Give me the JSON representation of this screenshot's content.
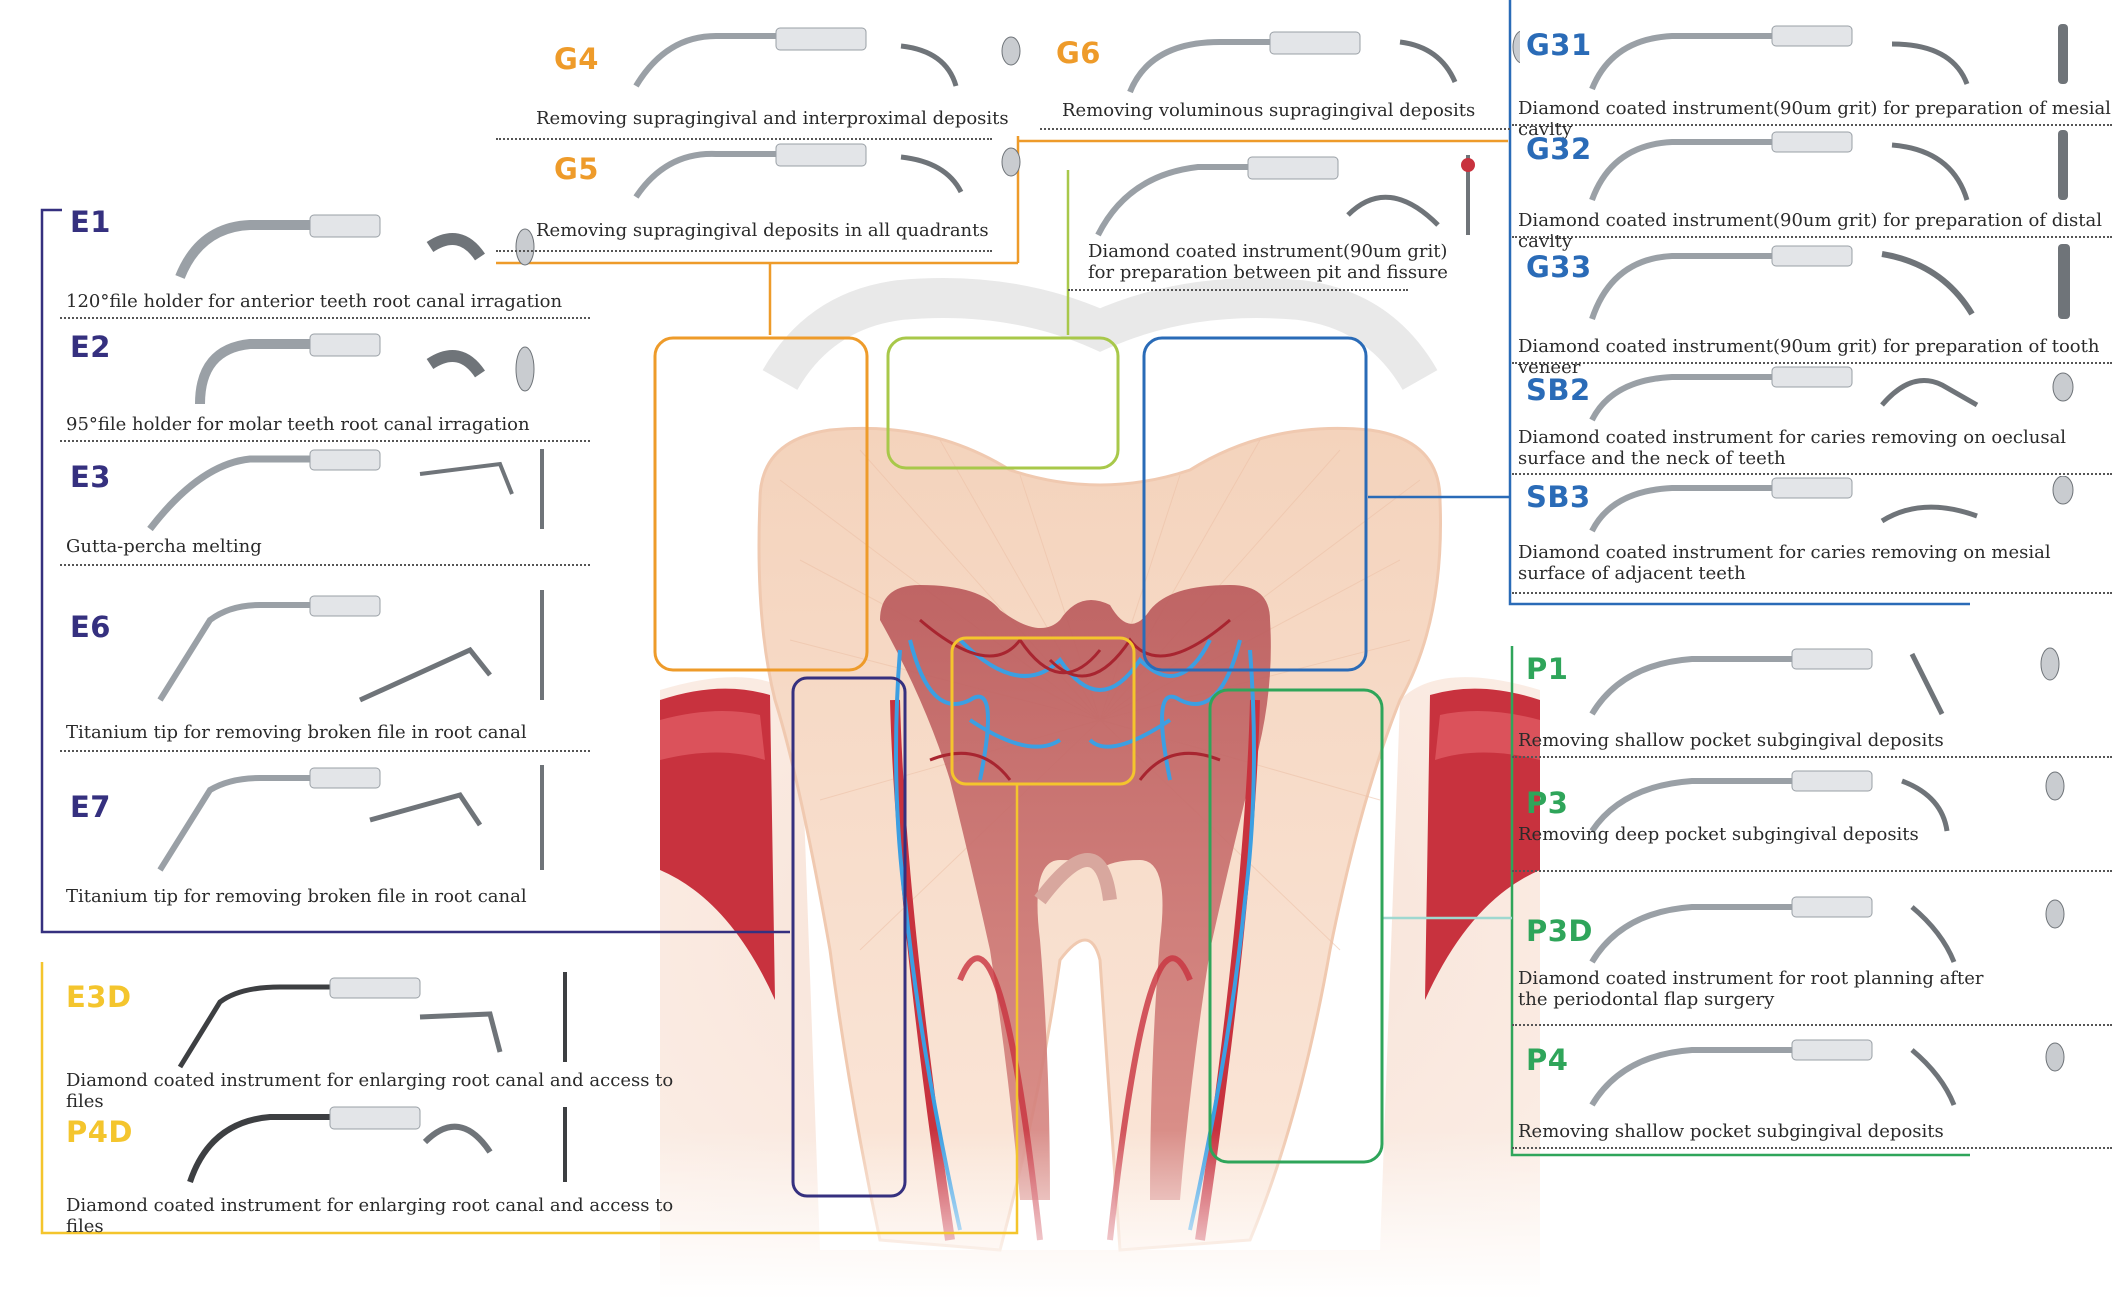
{
  "groups": {
    "endo": {
      "color": "#35307f",
      "items": [
        {
          "code": "E1",
          "desc": "120°file holder for anterior teeth root canal irragation"
        },
        {
          "code": "E2",
          "desc": "95°file holder for molar teeth root canal irragation"
        },
        {
          "code": "E3",
          "desc": "Gutta-percha melting"
        },
        {
          "code": "E6",
          "desc": "Titanium tip for removing broken file in root canal"
        },
        {
          "code": "E7",
          "desc": "Titanium tip for removing broken file in root canal"
        }
      ]
    },
    "diamond_canal": {
      "color": "#f4c52d",
      "items": [
        {
          "code": "E3D",
          "desc": "Diamond coated instrument for enlarging root canal and access to files"
        },
        {
          "code": "P4D",
          "desc": "Diamond coated instrument for enlarging root canal and access to files"
        }
      ]
    },
    "scaling": {
      "color": "#ee9b2a",
      "items": [
        {
          "code": "G4",
          "desc": "Removing supragingival and interproximal deposits"
        },
        {
          "code": "G5",
          "desc": "Removing supragingival deposits in all quadrants"
        },
        {
          "code": "G6",
          "desc": "Removing voluminous supragingival deposits"
        }
      ]
    },
    "pit_fissure": {
      "color": "#a8c84a",
      "items": [
        {
          "code": "",
          "desc": "Diamond coated instrument(90um grit) for preparation between pit and fissure"
        }
      ]
    },
    "cavity": {
      "color": "#2a6bb7",
      "items": [
        {
          "code": "G31",
          "desc": "Diamond coated instrument(90um grit) for preparation of mesial cavity"
        },
        {
          "code": "G32",
          "desc": "Diamond coated instrument(90um grit) for preparation of distal cavity"
        },
        {
          "code": "G33",
          "desc": "Diamond coated instrument(90um grit) for preparation of tooth veneer"
        },
        {
          "code": "SB2",
          "desc": "Diamond coated instrument for caries removing on oeclusal surface and the neck of teeth"
        },
        {
          "code": "SB3",
          "desc": "Diamond coated instrument for caries removing on mesial surface of adjacent teeth"
        }
      ]
    },
    "perio": {
      "color": "#2fa55a",
      "items": [
        {
          "code": "P1",
          "desc": "Removing shallow pocket subgingival deposits"
        },
        {
          "code": "P3",
          "desc": "Removing deep pocket subgingival deposits"
        },
        {
          "code": "P3D",
          "desc": "Diamond coated instrument for root planning after the periodontal flap surgery"
        },
        {
          "code": "P4",
          "desc": "Removing shallow pocket subgingival deposits"
        }
      ]
    }
  },
  "icons": [
    "scaler-tip-icon",
    "tip-side-view-icon",
    "tip-front-view-icon",
    "tooth-cross-section-icon"
  ]
}
